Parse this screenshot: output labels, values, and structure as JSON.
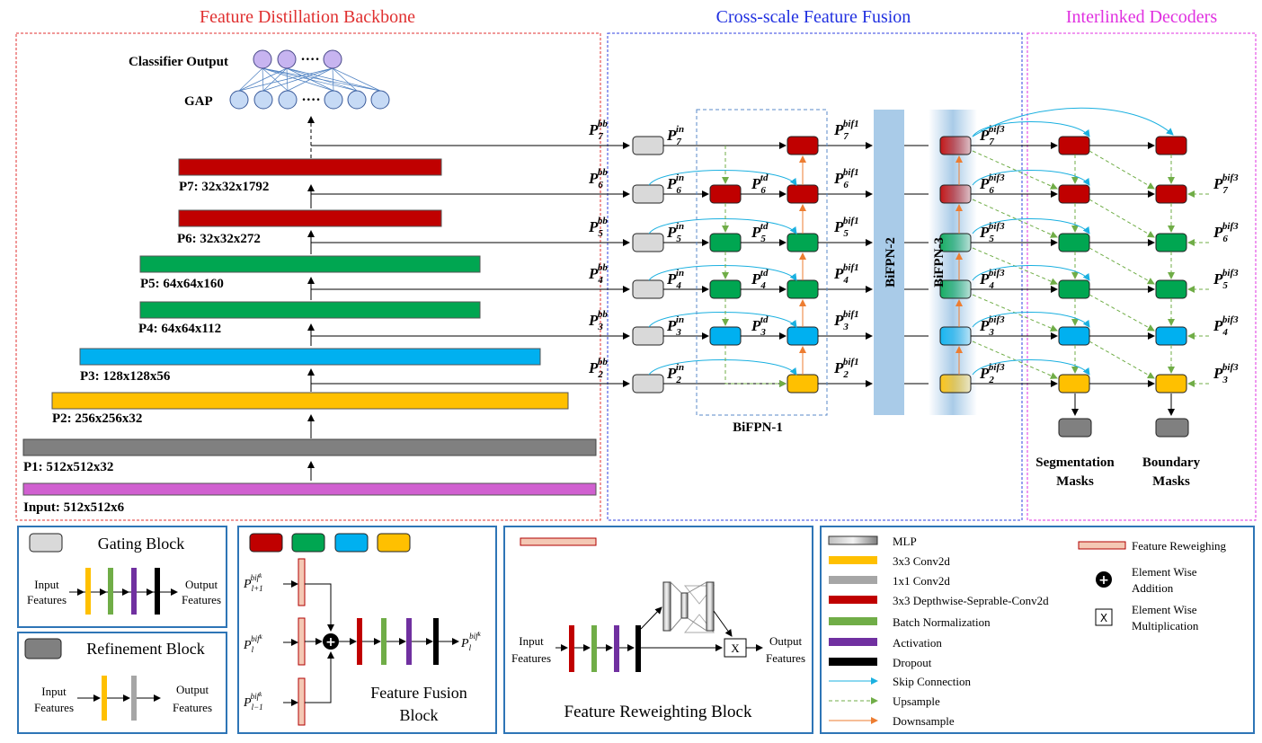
{
  "sections": {
    "backbone": "Feature Distillation Backbone",
    "fusion": "Cross-scale Feature Fusion",
    "decoders": "Interlinked Decoders"
  },
  "backbone": {
    "classifier_output": "Classifier Output",
    "gap": "GAP",
    "dots": "····",
    "layers": [
      {
        "label": "P7: 32x32x1792",
        "color": "#c00000"
      },
      {
        "label": "P6: 32x32x272",
        "color": "#c00000"
      },
      {
        "label": "P5: 64x64x160",
        "color": "#00a651"
      },
      {
        "label": "P4: 64x64x112",
        "color": "#00a651"
      },
      {
        "label": "P3: 128x128x56",
        "color": "#00b0f0"
      },
      {
        "label": "P2: 256x256x32",
        "color": "#ffc000"
      },
      {
        "label": "P1: 512x512x32",
        "color": "#808080"
      },
      {
        "label": "Input: 512x512x6",
        "color": "#d060d0"
      }
    ]
  },
  "fusion": {
    "bb_labels": [
      "P7",
      "P6",
      "P5",
      "P4",
      "P3",
      "P2"
    ],
    "bb_sup": "bb",
    "in_sup": "in",
    "td_sup": "td",
    "bif1_sup": "bif1",
    "bif3_sup": "bif3",
    "level_subs": [
      "7",
      "6",
      "5",
      "4",
      "3",
      "2"
    ],
    "bifpn1": "BiFPN-1",
    "bifpn2": "BiFPN-2",
    "bifpn3": "BiFPN-3",
    "row_colors": [
      "#c00000",
      "#c00000",
      "#00a651",
      "#00a651",
      "#00b0f0",
      "#ffc000"
    ],
    "dec_right_subs": [
      "7",
      "6",
      "5",
      "4",
      "3"
    ]
  },
  "decoders": {
    "seg": [
      "Segmentation",
      "Masks"
    ],
    "boundary": [
      "Boundary",
      "Masks"
    ]
  },
  "gating": {
    "title": "Gating Block",
    "input": [
      "Input",
      "Features"
    ],
    "output": [
      "Output",
      "Features"
    ]
  },
  "refinement": {
    "title": "Refinement Block",
    "input": [
      "Input",
      "Features"
    ],
    "output": [
      "Output",
      "Features"
    ]
  },
  "ffb": {
    "title": [
      "Feature Fusion",
      "Block"
    ],
    "inputs": [
      {
        "base": "P",
        "sub": "l+1",
        "sup": "bif"
      },
      {
        "base": "P",
        "sub": "l",
        "sup": "bif"
      },
      {
        "base": "P",
        "sub": "l−1",
        "sup": "bif"
      }
    ],
    "sup_k": "k",
    "output": {
      "base": "P",
      "sub": "l",
      "sup": "bif"
    },
    "swatches": [
      "#c00000",
      "#00a651",
      "#00b0f0",
      "#ffc000"
    ]
  },
  "frb": {
    "title": "Feature Reweighting  Block",
    "input": [
      "Input",
      "Features"
    ],
    "output": [
      "Output",
      "Features"
    ],
    "mult": "X"
  },
  "legend": {
    "items": [
      {
        "label": "MLP",
        "kind": "mlp"
      },
      {
        "label": "3x3 Conv2d",
        "color": "#ffc000"
      },
      {
        "label": "1x1 Conv2d",
        "color": "#a6a6a6"
      },
      {
        "label": "3x3 Depthwise-Seprable-Conv2d",
        "color": "#c00000"
      },
      {
        "label": "Batch Normalization",
        "color": "#70ad47"
      },
      {
        "label": "Activation",
        "color": "#7030a0"
      },
      {
        "label": "Dropout",
        "color": "#000000"
      },
      {
        "label": "Skip Connection",
        "kind": "skip"
      },
      {
        "label": "Upsample",
        "kind": "up"
      },
      {
        "label": "Downsample",
        "kind": "down"
      }
    ],
    "reweigh": "Feature Reweighing",
    "add": [
      "Element Wise",
      "Addition"
    ],
    "mult": [
      "Element Wise",
      "Multiplication"
    ],
    "mult_symbol": "X"
  }
}
